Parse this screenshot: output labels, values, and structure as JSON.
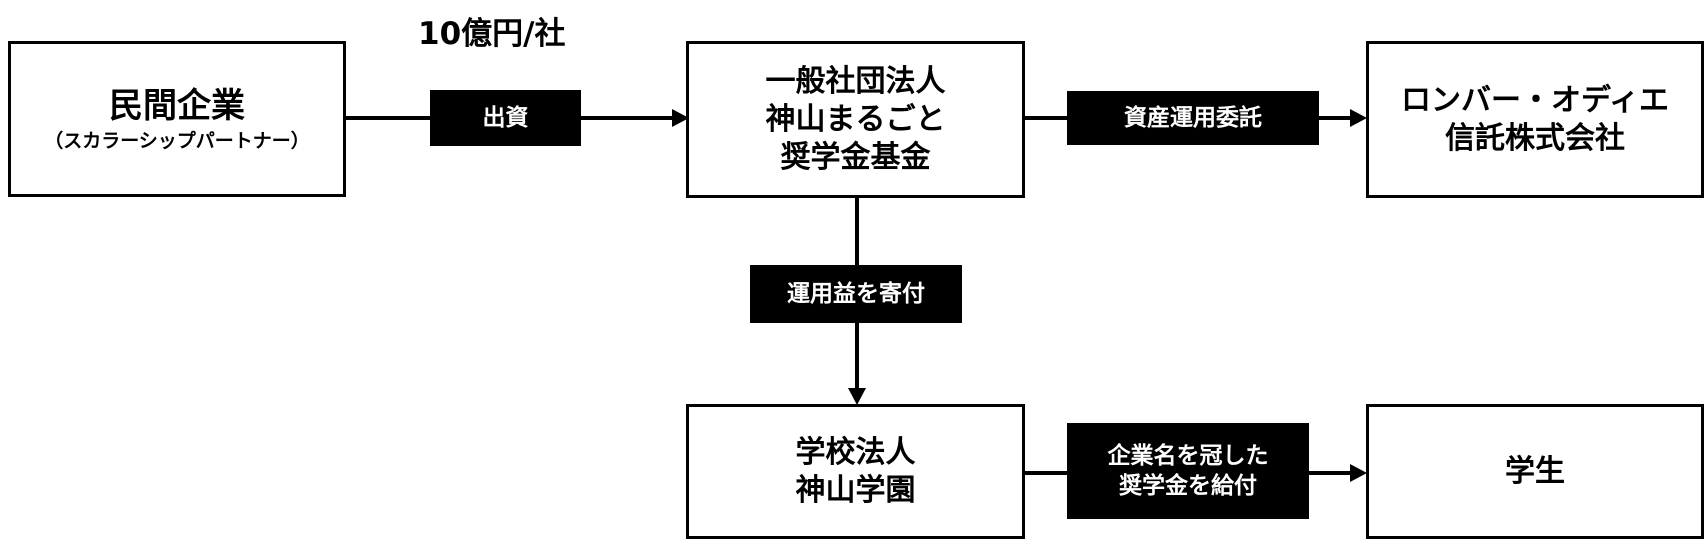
{
  "amount_label": "10億円/社",
  "nodes": {
    "company": {
      "title": "民間企業",
      "subtitle": "（スカラーシップパートナー）"
    },
    "foundation": {
      "lines": [
        "一般社団法人",
        "神山まるごと",
        "奨学金基金"
      ]
    },
    "trust": {
      "lines": [
        "ロンバー・オディエ",
        "信託株式会社"
      ]
    },
    "school": {
      "lines": [
        "学校法人",
        "神山学園"
      ]
    },
    "student": {
      "title": "学生"
    }
  },
  "edges": {
    "investment": "出資",
    "asset_management": "資産運用委託",
    "donation": "運用益を寄付",
    "scholarship": [
      "企業名を冠した",
      "奨学金を給付"
    ]
  },
  "colors": {
    "line": "#000000",
    "label_bg": "#000000",
    "label_text": "#ffffff",
    "box_bg": "#ffffff"
  }
}
